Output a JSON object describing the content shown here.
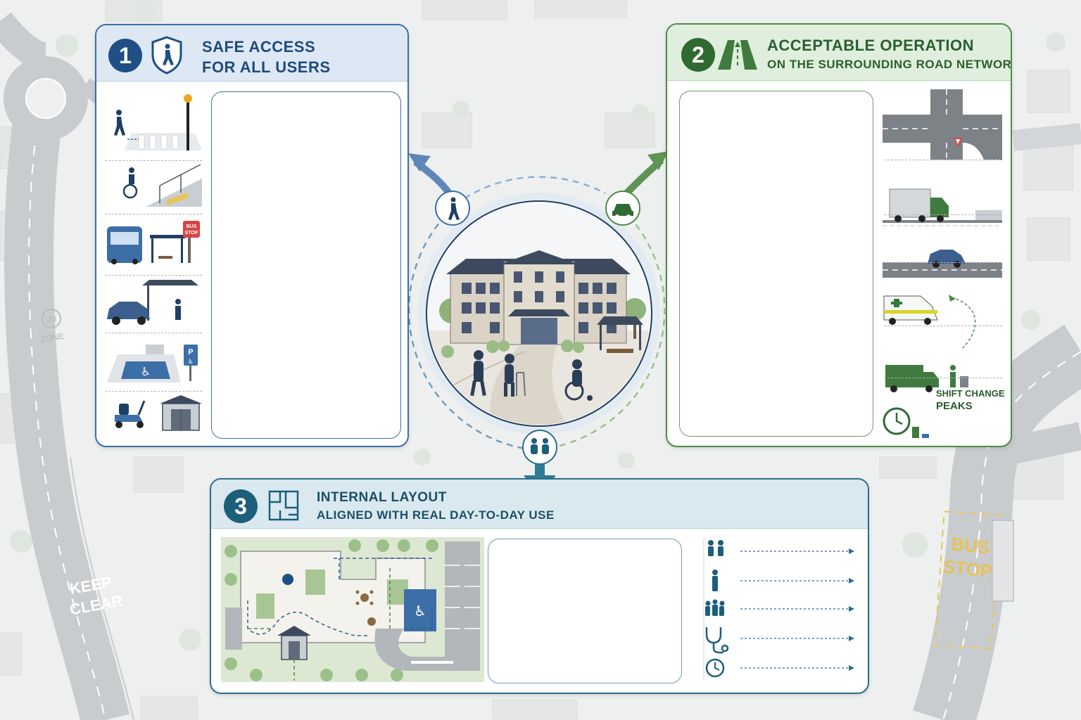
{
  "panels": {
    "safe_access": {
      "number": "1",
      "title_line1": "SAFE ACCESS",
      "title_line2": "FOR ALL USERS"
    },
    "acceptable_operation": {
      "number": "2",
      "title_line1": "ACCEPTABLE OPERATION",
      "title_line2": "ON THE SURROUNDING ROAD NETWORK",
      "shift_line1": "SHIFT CHANGE",
      "shift_line2": "PEAKS"
    },
    "internal_layout": {
      "number": "3",
      "title_line1": "INTERNAL LAYOUT",
      "title_line2": "ALIGNED WITH REAL DAY-TO-DAY USE"
    }
  },
  "signs": {
    "bus_stop_sign_line1": "BUS",
    "bus_stop_sign_line2": "STOP",
    "zone_number": "20",
    "zone_label": "ZONE",
    "keep": "KEEP",
    "clear": "CLEAR",
    "bus": "BUS",
    "stop": "STOP",
    "parking": "P"
  },
  "icons": {
    "panel1_header": "pedestrian-shield-icon",
    "panel2_header": "road-icon",
    "panel3_header": "floor-plan-icon",
    "node_pedestrian": "pedestrian-icon",
    "node_car": "car-icon",
    "node_people": "people-icon"
  },
  "colors": {
    "blue": "#3c6fa8",
    "green": "#4f8a49",
    "teal": "#2b6e88"
  }
}
